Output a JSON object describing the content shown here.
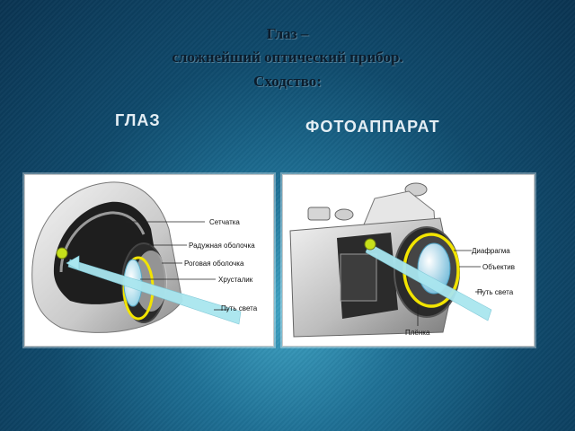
{
  "slide": {
    "title_line1": "Глаз –",
    "title_line2": "сложнейший оптический прибор.",
    "title_line3": "Сходство:"
  },
  "columns": {
    "eye_heading": "ГЛАЗ",
    "camera_heading": "ФОТОАППАРАТ"
  },
  "eye_diagram": {
    "labels": {
      "retina": "Сетчатка",
      "iris": "Радужная оболочка",
      "cornea": "Роговая оболочка",
      "lens": "Хрусталик",
      "light_path": "Путь света"
    }
  },
  "camera_diagram": {
    "labels": {
      "aperture": "Диафрагма",
      "objective": "Объектив",
      "light_path": "Путь света",
      "film": "Плёнка"
    }
  },
  "colors": {
    "highlight": "#f2e400",
    "marker_dot": "#c6e01a",
    "light_beam": "#a9e6ef",
    "heading_text": "#e4eef4",
    "title_text": "#0b1c2c"
  }
}
